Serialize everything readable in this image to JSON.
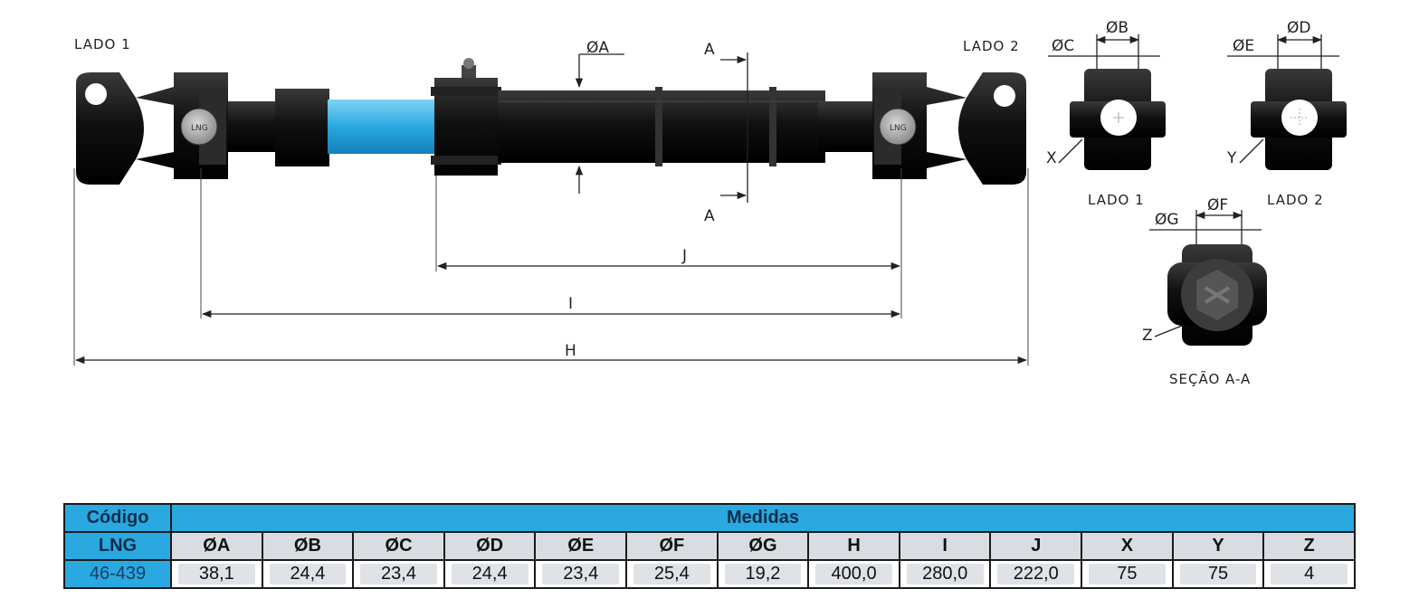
{
  "drawing": {
    "lado1_left": "LADO 1",
    "lado2_right": "LADO 2",
    "dim_A": "ØA",
    "section_mark_top": "A",
    "section_mark_bottom": "A",
    "dim_J": "J",
    "dim_I": "I",
    "dim_H": "H",
    "hub_left_text": "LNG",
    "hub_right_text": "LNG",
    "view_lado1": {
      "dim_B": "ØB",
      "dim_C": "ØC",
      "leader": "X",
      "caption": "LADO 1"
    },
    "view_lado2": {
      "dim_D": "ØD",
      "dim_E": "ØE",
      "leader": "Y",
      "caption": "LADO 2"
    },
    "section_view": {
      "dim_F": "ØF",
      "dim_G": "ØG",
      "leader": "Z",
      "caption": "SEÇÃO A-A"
    }
  },
  "colors": {
    "steel": "#1a1a1a",
    "blue_tube": "#29a8e0",
    "table_header": "#2aa9e1",
    "table_subheader": "#d9dde2"
  },
  "table": {
    "code_header": "Código",
    "measures_header": "Medidas",
    "brand": "LNG",
    "code": "46-439",
    "columns": [
      "ØA",
      "ØB",
      "ØC",
      "ØD",
      "ØE",
      "ØF",
      "ØG",
      "H",
      "I",
      "J",
      "X",
      "Y",
      "Z"
    ],
    "values": [
      "38,1",
      "24,4",
      "23,4",
      "24,4",
      "23,4",
      "25,4",
      "19,2",
      "400,0",
      "280,0",
      "222,0",
      "75",
      "75",
      "4"
    ]
  }
}
